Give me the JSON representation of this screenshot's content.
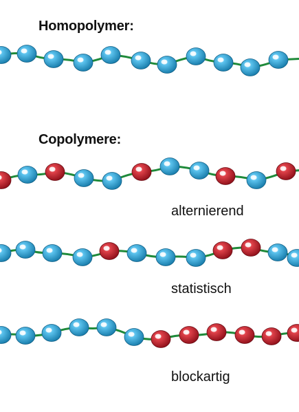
{
  "colors": {
    "monomer_a": "#2aa3d6",
    "monomer_b": "#c81e2a",
    "bond": "#1f8a3a",
    "background": "#ffffff"
  },
  "headings": {
    "homopolymer": "Homopolymer:",
    "copolymers": "Copolymere:"
  },
  "chains": [
    {
      "name": "homopolymer",
      "label": "",
      "sequence": "AAAAAAAAAAA"
    },
    {
      "name": "alternierend",
      "label": "alternierend",
      "sequence": "BABAABAABAB"
    },
    {
      "name": "statistisch",
      "label": "statistisch",
      "sequence": "AAAABAAABBAA"
    },
    {
      "name": "blockartig",
      "label": "blockartig",
      "sequence": "AAAAAABBBBBB"
    }
  ]
}
